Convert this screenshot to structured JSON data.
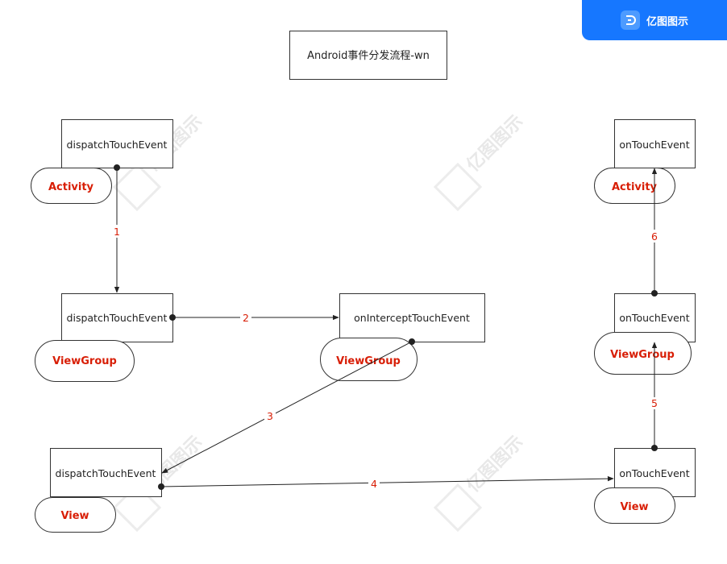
{
  "brand": {
    "name": "亿图图示",
    "watermark": "亿图图示"
  },
  "colors": {
    "accent": "#d81e06",
    "brand": "#1677ff",
    "line": "#222222"
  },
  "diagram": {
    "title": "Android事件分发流程-wn",
    "nodes": [
      {
        "id": "act-dispatch",
        "label": "dispatchTouchEvent"
      },
      {
        "id": "act-ontouch",
        "label": "onTouchEvent"
      },
      {
        "id": "vg-dispatch",
        "label": "dispatchTouchEvent"
      },
      {
        "id": "vg-intercept",
        "label": "onInterceptTouchEvent"
      },
      {
        "id": "vg-ontouch",
        "label": "onTouchEvent"
      },
      {
        "id": "v-dispatch",
        "label": "dispatchTouchEvent"
      },
      {
        "id": "v-ontouch",
        "label": "onTouchEvent"
      }
    ],
    "tags": [
      {
        "id": "tag-activity-left",
        "label": "Activity"
      },
      {
        "id": "tag-activity-right",
        "label": "Activity"
      },
      {
        "id": "tag-viewgroup-left",
        "label": "ViewGroup"
      },
      {
        "id": "tag-viewgroup-mid",
        "label": "ViewGroup"
      },
      {
        "id": "tag-viewgroup-right",
        "label": "ViewGroup"
      },
      {
        "id": "tag-view-left",
        "label": "View"
      },
      {
        "id": "tag-view-right",
        "label": "View"
      }
    ],
    "edges": [
      {
        "id": "e1",
        "from": "act-dispatch",
        "to": "vg-dispatch",
        "label": "1"
      },
      {
        "id": "e2",
        "from": "vg-dispatch",
        "to": "vg-intercept",
        "label": "2"
      },
      {
        "id": "e3",
        "from": "vg-intercept",
        "to": "v-dispatch",
        "label": "3"
      },
      {
        "id": "e4",
        "from": "v-dispatch",
        "to": "v-ontouch",
        "label": "4"
      },
      {
        "id": "e5",
        "from": "v-ontouch",
        "to": "vg-ontouch",
        "label": "5"
      },
      {
        "id": "e6",
        "from": "vg-ontouch",
        "to": "act-ontouch",
        "label": "6"
      }
    ]
  }
}
